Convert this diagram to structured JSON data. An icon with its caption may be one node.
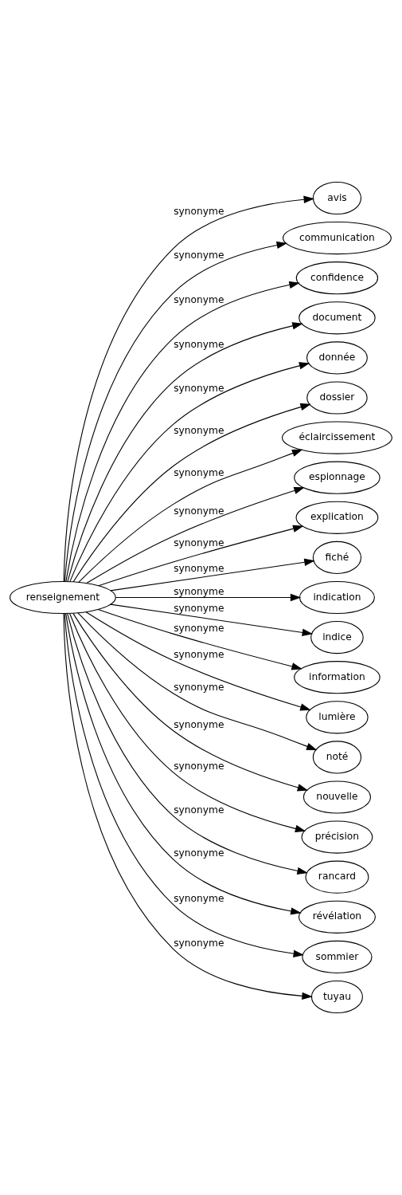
{
  "diagram": {
    "nodes": [
      {
        "text": [
          "renseignement"
        ]
      },
      {
        "text": [
          "avis"
        ]
      },
      {
        "text": [
          "communication"
        ]
      },
      {
        "text": [
          "confidence"
        ]
      },
      {
        "text": [
          "document"
        ]
      },
      {
        "text": [
          "donnée"
        ]
      },
      {
        "text": [
          "dossier"
        ]
      },
      {
        "text": [
          "éclaircissement"
        ]
      },
      {
        "text": [
          "espionnage"
        ]
      },
      {
        "text": [
          "explication"
        ]
      },
      {
        "text": [
          "fiché"
        ]
      },
      {
        "text": [
          "indication"
        ]
      },
      {
        "text": [
          "indice"
        ]
      },
      {
        "text": [
          "information"
        ]
      },
      {
        "text": [
          "lumière"
        ]
      },
      {
        "text": [
          "noté"
        ]
      },
      {
        "text": [
          "nouvelle"
        ]
      },
      {
        "text": [
          "précision"
        ]
      },
      {
        "text": [
          "rancard"
        ]
      },
      {
        "text": [
          "révélation"
        ]
      },
      {
        "text": [
          "sommier"
        ]
      },
      {
        "text": [
          "tuyau"
        ]
      }
    ],
    "edges": [
      {
        "from": 0,
        "to": 1,
        "arrow": "to",
        "label": "synonyme"
      },
      {
        "from": 0,
        "to": 2,
        "arrow": "to",
        "label": "synonyme"
      },
      {
        "from": 0,
        "to": 3,
        "arrow": "to",
        "label": "synonyme"
      },
      {
        "from": 0,
        "to": 4,
        "arrow": "to",
        "label": "synonyme"
      },
      {
        "from": 0,
        "to": 5,
        "arrow": "to",
        "label": "synonyme"
      },
      {
        "from": 0,
        "to": 6,
        "arrow": "to",
        "label": "synonyme"
      },
      {
        "from": 0,
        "to": 7,
        "arrow": "to",
        "label": "synonyme"
      },
      {
        "from": 0,
        "to": 8,
        "arrow": "to",
        "label": "synonyme"
      },
      {
        "from": 0,
        "to": 9,
        "arrow": "to",
        "label": "synonyme"
      },
      {
        "from": 0,
        "to": 10,
        "arrow": "to",
        "label": "synonyme"
      },
      {
        "from": 0,
        "to": 11,
        "arrow": "to",
        "label": "synonyme"
      },
      {
        "from": 0,
        "to": 12,
        "arrow": "to",
        "label": "synonyme"
      },
      {
        "from": 0,
        "to": 13,
        "arrow": "to",
        "label": "synonyme"
      },
      {
        "from": 0,
        "to": 14,
        "arrow": "to",
        "label": "synonyme"
      },
      {
        "from": 0,
        "to": 15,
        "arrow": "to",
        "label": "synonyme"
      },
      {
        "from": 0,
        "to": 16,
        "arrow": "to",
        "label": "synonyme"
      },
      {
        "from": 0,
        "to": 17,
        "arrow": "to",
        "label": "synonyme"
      },
      {
        "from": 0,
        "to": 18,
        "arrow": "to",
        "label": "synonyme"
      },
      {
        "from": 0,
        "to": 19,
        "arrow": "to",
        "label": "synonyme"
      },
      {
        "from": 0,
        "to": 20,
        "arrow": "to",
        "label": "synonyme"
      },
      {
        "from": 0,
        "to": 21,
        "arrow": "to",
        "label": "synonyme"
      }
    ]
  }
}
